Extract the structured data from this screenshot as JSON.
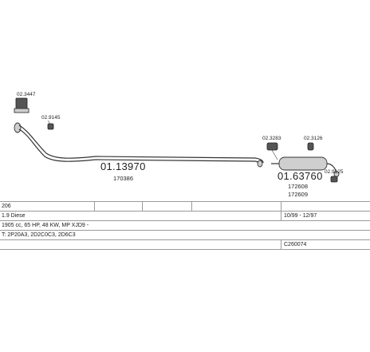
{
  "parts": {
    "top_clamp_code": "02.3447",
    "clamp_code_left": "02.9145",
    "front_pipe_code": "01.13970",
    "front_pipe_oe": "170386",
    "mount_code_right": "02.3283",
    "mount_code_right_2": "02.3126",
    "rear_silencer_code": "01.63760",
    "rear_silencer_oe_1": "172608",
    "rear_silencer_oe_2": "172609",
    "tail_clamp_code": "02.9125"
  },
  "table": {
    "model": "206",
    "engine": "1.9 Diese",
    "date_range": "10/99 - 12/97",
    "specs": "1905 cc, 65 HP, 48 KW, MP XJD9 -",
    "types": "T: 2P20A3, 2D2C0C3, 2D6C3",
    "catalog_number": "C260074"
  }
}
